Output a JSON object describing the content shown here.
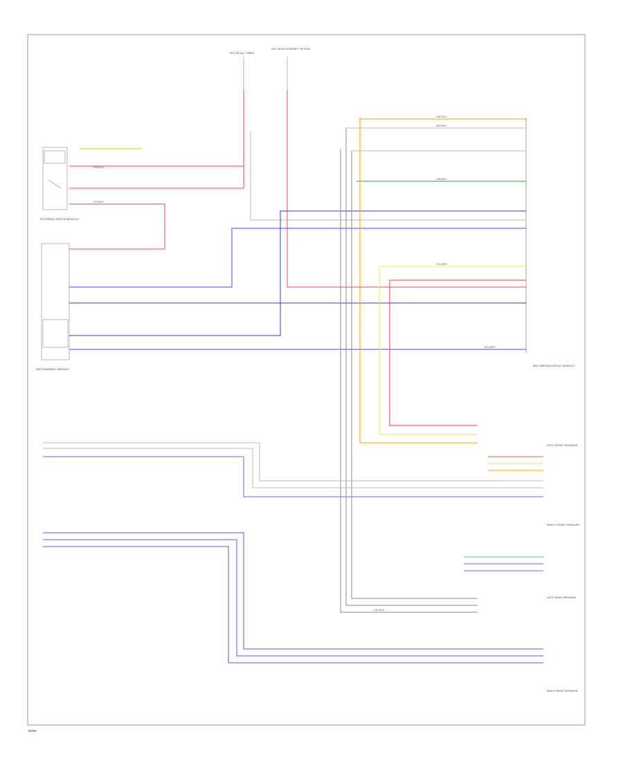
{
  "sheet_ref": "78456",
  "power_sources": {
    "left": "HOT AT ALL TIMES",
    "right": "HOT IN ACCESSORY OR RUN"
  },
  "components": {
    "left_switch": "EXTERNAL SWITCH MODULE",
    "left_lower": "INFOTAINMENT MODULE",
    "right_main": "MULTIMEDIA DISPLAY MODULE",
    "speaker_1": "LEFT FRONT SPEAKER",
    "speaker_2": "RIGHT FRONT SPEAKER",
    "speaker_3": "LEFT REAR SPEAKER",
    "speaker_4": "RIGHT REAR SPEAKER"
  },
  "wire_labels": {
    "red": "RED/BLU",
    "grn": "GRN/BLK",
    "blu": "BLU/WHT",
    "wht": "WHT/BLK",
    "yel": "YEL/GRN",
    "org": "ORG/YEL",
    "gry": "GRY/BLK",
    "vio": "VIO/WHT"
  }
}
